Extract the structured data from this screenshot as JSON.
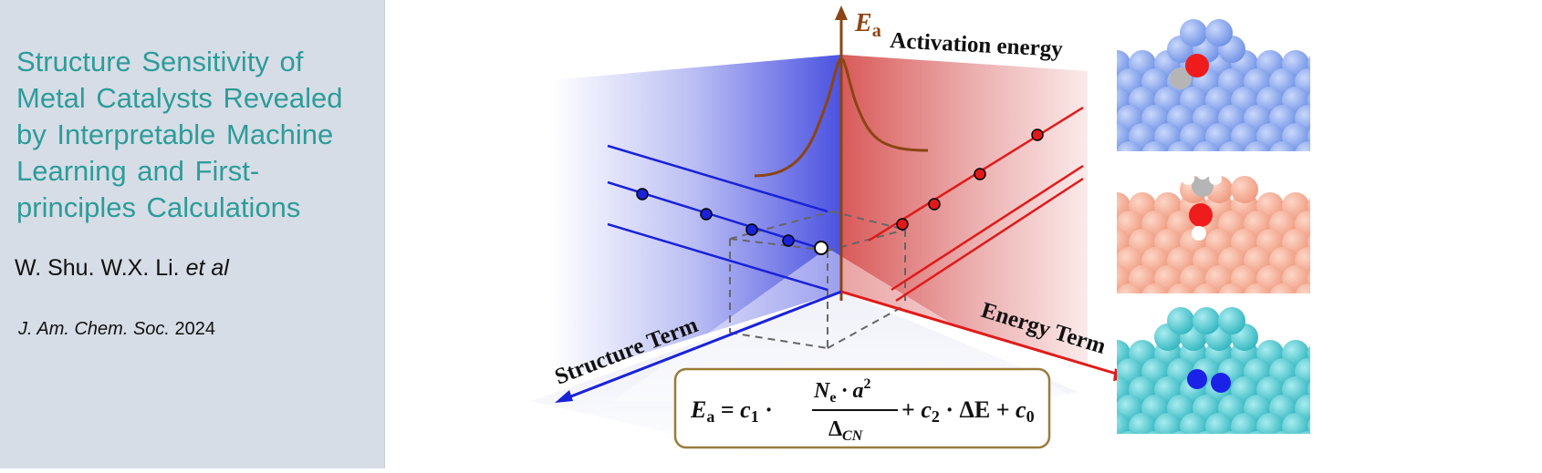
{
  "sidebar": {
    "title_lines": [
      "Structure Sensitivity of",
      "Metal Catalysts Revealed",
      "by Interpretable Machine",
      "Learning and First-",
      "principles Calculations"
    ],
    "authors_main": "W. Shu. W.X. Li.",
    "authors_etal": "et al",
    "journal_name": "J. Am. Chem. Soc.",
    "journal_year": "2024"
  },
  "figure": {
    "y_axis_symbol": "E",
    "y_axis_subscript": "a",
    "y_axis_label": "Activation energy",
    "left_axis_label": "Structure Term",
    "right_axis_label": "Energy Term",
    "equation": {
      "lhs": "E",
      "lhs_sub": "a",
      "eq": " = ",
      "c1": "c",
      "c1_sub": "1",
      "dot": " · ",
      "numerator": "N",
      "numerator_sub": "e",
      "numerator_rest": " · a",
      "numerator_sup": "2",
      "denominator": "Δ",
      "denominator_sub": "CN",
      "plus1": " + ",
      "c2": "c",
      "c2_sub": "2",
      "dot2": " · ΔE",
      "plus2": "  + ",
      "c0": "c",
      "c0_sub": "0"
    },
    "colors": {
      "structure": "#1a22d8",
      "energy": "#e01a1a",
      "peak": "#8b4513",
      "title": "#2e9c98"
    }
  },
  "slabs": [
    {
      "name": "blue-slab",
      "atom_color": "#7fa1ee",
      "adsorbate": "CO"
    },
    {
      "name": "salmon-slab",
      "atom_color": "#f4a88e",
      "adsorbate": "CH3OH"
    },
    {
      "name": "cyan-slab",
      "atom_color": "#4cc3cb",
      "adsorbate": "N2"
    }
  ]
}
